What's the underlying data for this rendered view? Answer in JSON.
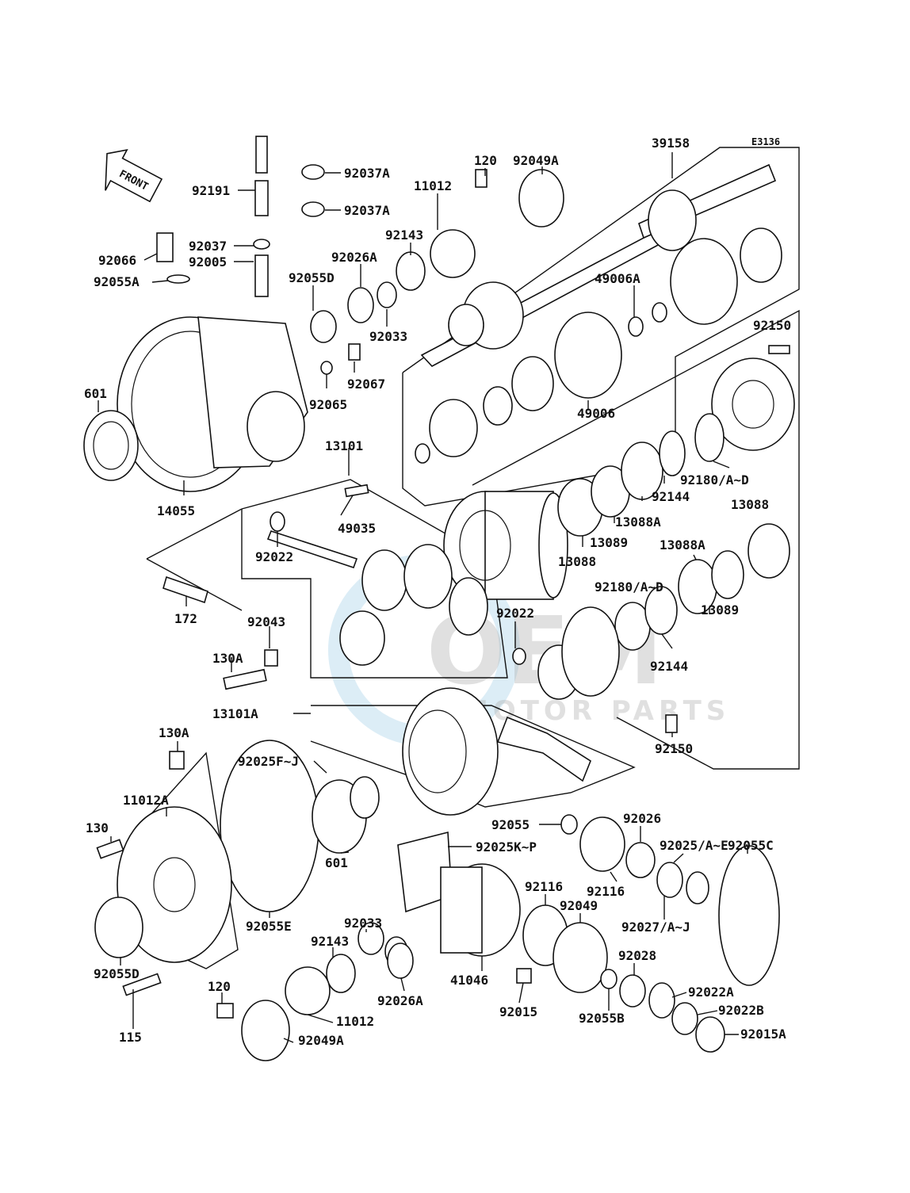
{
  "diagram": {
    "code": "E3136",
    "front_label": "FRONT",
    "watermark": {
      "brand": "OEM",
      "sub": "MOTOR PARTS"
    },
    "parts": [
      "39158",
      "E3136",
      "120",
      "92049A",
      "11012",
      "92143",
      "92037A",
      "92037A",
      "92191",
      "92066",
      "92037",
      "92005",
      "92055A",
      "92026A",
      "92055D",
      "92033",
      "49006A",
      "92150",
      "92067",
      "92065",
      "601",
      "49006",
      "14055",
      "13101",
      "92180/A~D",
      "92144",
      "13088",
      "13088A",
      "49035",
      "92022",
      "13089",
      "13088",
      "13088A",
      "172",
      "92180/A~D",
      "92043",
      "92022",
      "130A",
      "92144",
      "13089",
      "13101A",
      "92150",
      "130A",
      "92025F~J",
      "11012A",
      "130",
      "92055",
      "92026",
      "92025K~P",
      "92025/A~E",
      "92055C",
      "601",
      "92116",
      "92116",
      "92049",
      "92055E",
      "92033",
      "92143",
      "92027/A~J",
      "92055D",
      "92028",
      "41046",
      "92022A",
      "120",
      "92026A",
      "92022B",
      "92015",
      "92055B",
      "92015A",
      "11012",
      "115",
      "92049A"
    ]
  }
}
